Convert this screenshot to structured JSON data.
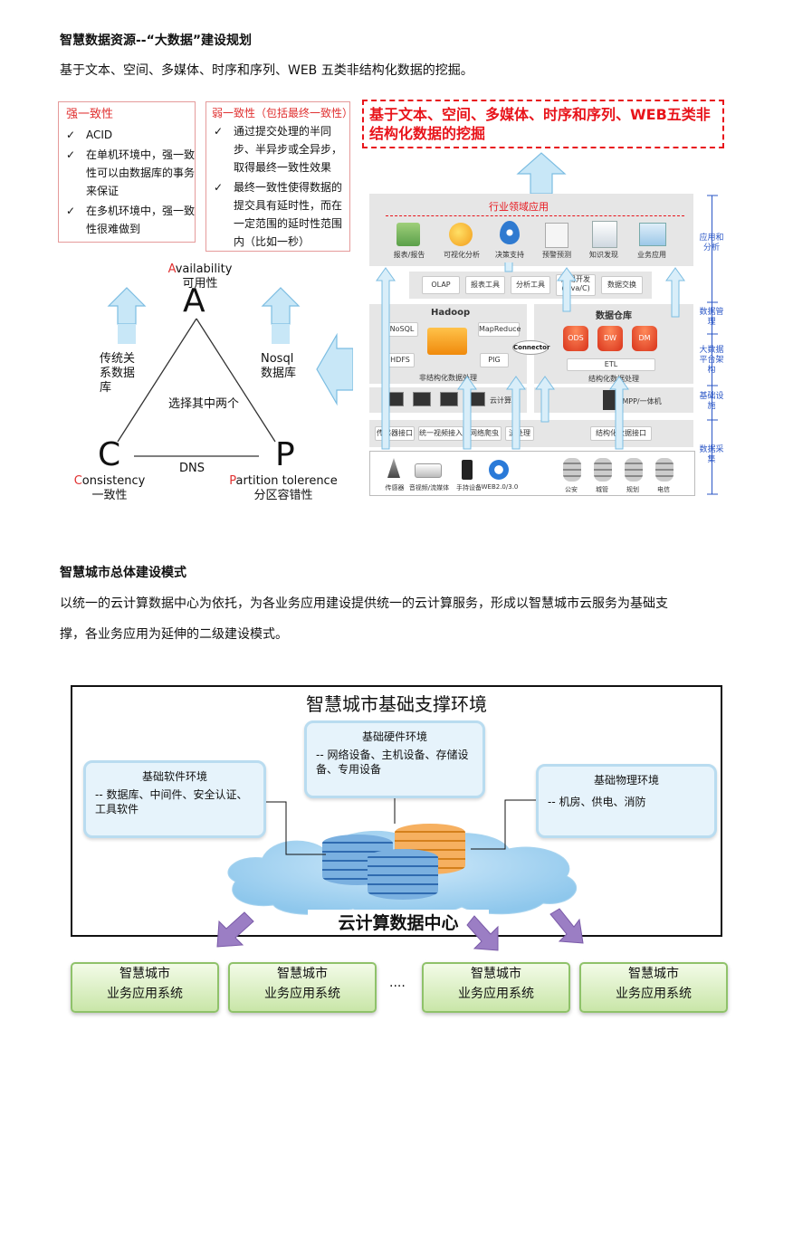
{
  "section1": {
    "title": "智慧数据资源--“大数据”建设规划",
    "desc": "基于文本、空间、多媒体、时序和序列、WEB 五类非结构化数据的挖掘。"
  },
  "cap": {
    "strong": {
      "title": "强一致性",
      "items": [
        "ACID",
        "在单机环境中，强一致性可以由数据库的事务来保证",
        "在多机环境中，强一致性很难做到"
      ]
    },
    "weak": {
      "title": "弱一致性（包括最终一致性）",
      "items": [
        "通过提交处理的半同步、半异步或全异步，取得最终一致性效果",
        "最终一致性使得数据的提交具有延时性，而在一定范围的延时性范围内（比如一秒）"
      ]
    },
    "a_letter": "A",
    "a_first": "A",
    "a_rest": "vailability",
    "a_cn": "可用性",
    "c_letter": "C",
    "c_first": "C",
    "c_rest": "onsistency",
    "c_cn": "一致性",
    "p_letter": "P",
    "p_first": "P",
    "p_rest": "artition tolerence",
    "p_cn": "分区容错性",
    "center": "选择其中两个",
    "dns": "DNS",
    "left_note": "传统关系数据库",
    "right_note": "Nosql数据库"
  },
  "arch": {
    "headline": "基于文本、空间、多媒体、时序和序列、WEB五类非结构化数据的挖掘",
    "industry": "行业领域应用",
    "apps": [
      "报表/报告",
      "可视化分析",
      "决策支持",
      "预警预测",
      "知识发现",
      "业务应用"
    ],
    "tools": [
      "OLAP",
      "报表工具",
      "分析工具",
      "应用开发(Java/C)",
      "数据交换"
    ],
    "hadoop": "Hadoop",
    "hadoop_items": [
      "NoSQL",
      "MapReduce",
      "HDFS",
      "PIG"
    ],
    "unstructured": "非结构化数据处理",
    "connector": "Connector",
    "dw": "数据仓库",
    "dw_items": [
      "ODS",
      "DW",
      "DM"
    ],
    "etl": "ETL",
    "structured": "结构化数据处理",
    "cloud": "云计算",
    "mpp": "MPP/一体机",
    "interfaces": [
      "传感器接口",
      "统一视频接入",
      "网络爬虫",
      "流处理",
      "结构化数据接口"
    ],
    "sources": [
      "传感器",
      "音视频/流媒体",
      "手持设备",
      "WEB2.0/3.0",
      "公安",
      "城管",
      "规划",
      "电信"
    ],
    "layers": [
      "应用和分析",
      "数据管理",
      "大数据平台架构",
      "基础设施",
      "数据采集"
    ],
    "colors": {
      "headline": "#e8141b",
      "layer": "#2a56c6"
    }
  },
  "section2": {
    "title": "智慧城市总体建设模式",
    "desc1": "以统一的云计算数据中心为依托，为各业务应用建设提供统一的云计算服务，形成以智慧城市云服务为基础支",
    "desc2": "撑，各业务应用为延伸的二级建设模式。"
  },
  "city": {
    "title": "智慧城市基础支撑环境",
    "hardware": {
      "title": "基础硬件环境",
      "body": "-- 网络设备、主机设备、存储设备、专用设备"
    },
    "software": {
      "title": "基础软件环境",
      "body": "-- 数据库、中间件、安全认证、工具软件"
    },
    "physical": {
      "title": "基础物理环境",
      "body": "-- 机房、供电、消防"
    },
    "cloud_dc": "云计算数据中心",
    "systems": [
      {
        "l1": "智慧城市",
        "l2": "业务应用系统"
      },
      {
        "l1": "智慧城市",
        "l2": "业务应用系统"
      },
      {
        "l1": "智慧城市",
        "l2": "业务应用系统"
      },
      {
        "l1": "智慧城市",
        "l2": "业务应用系统"
      }
    ],
    "ellipsis": "...."
  }
}
